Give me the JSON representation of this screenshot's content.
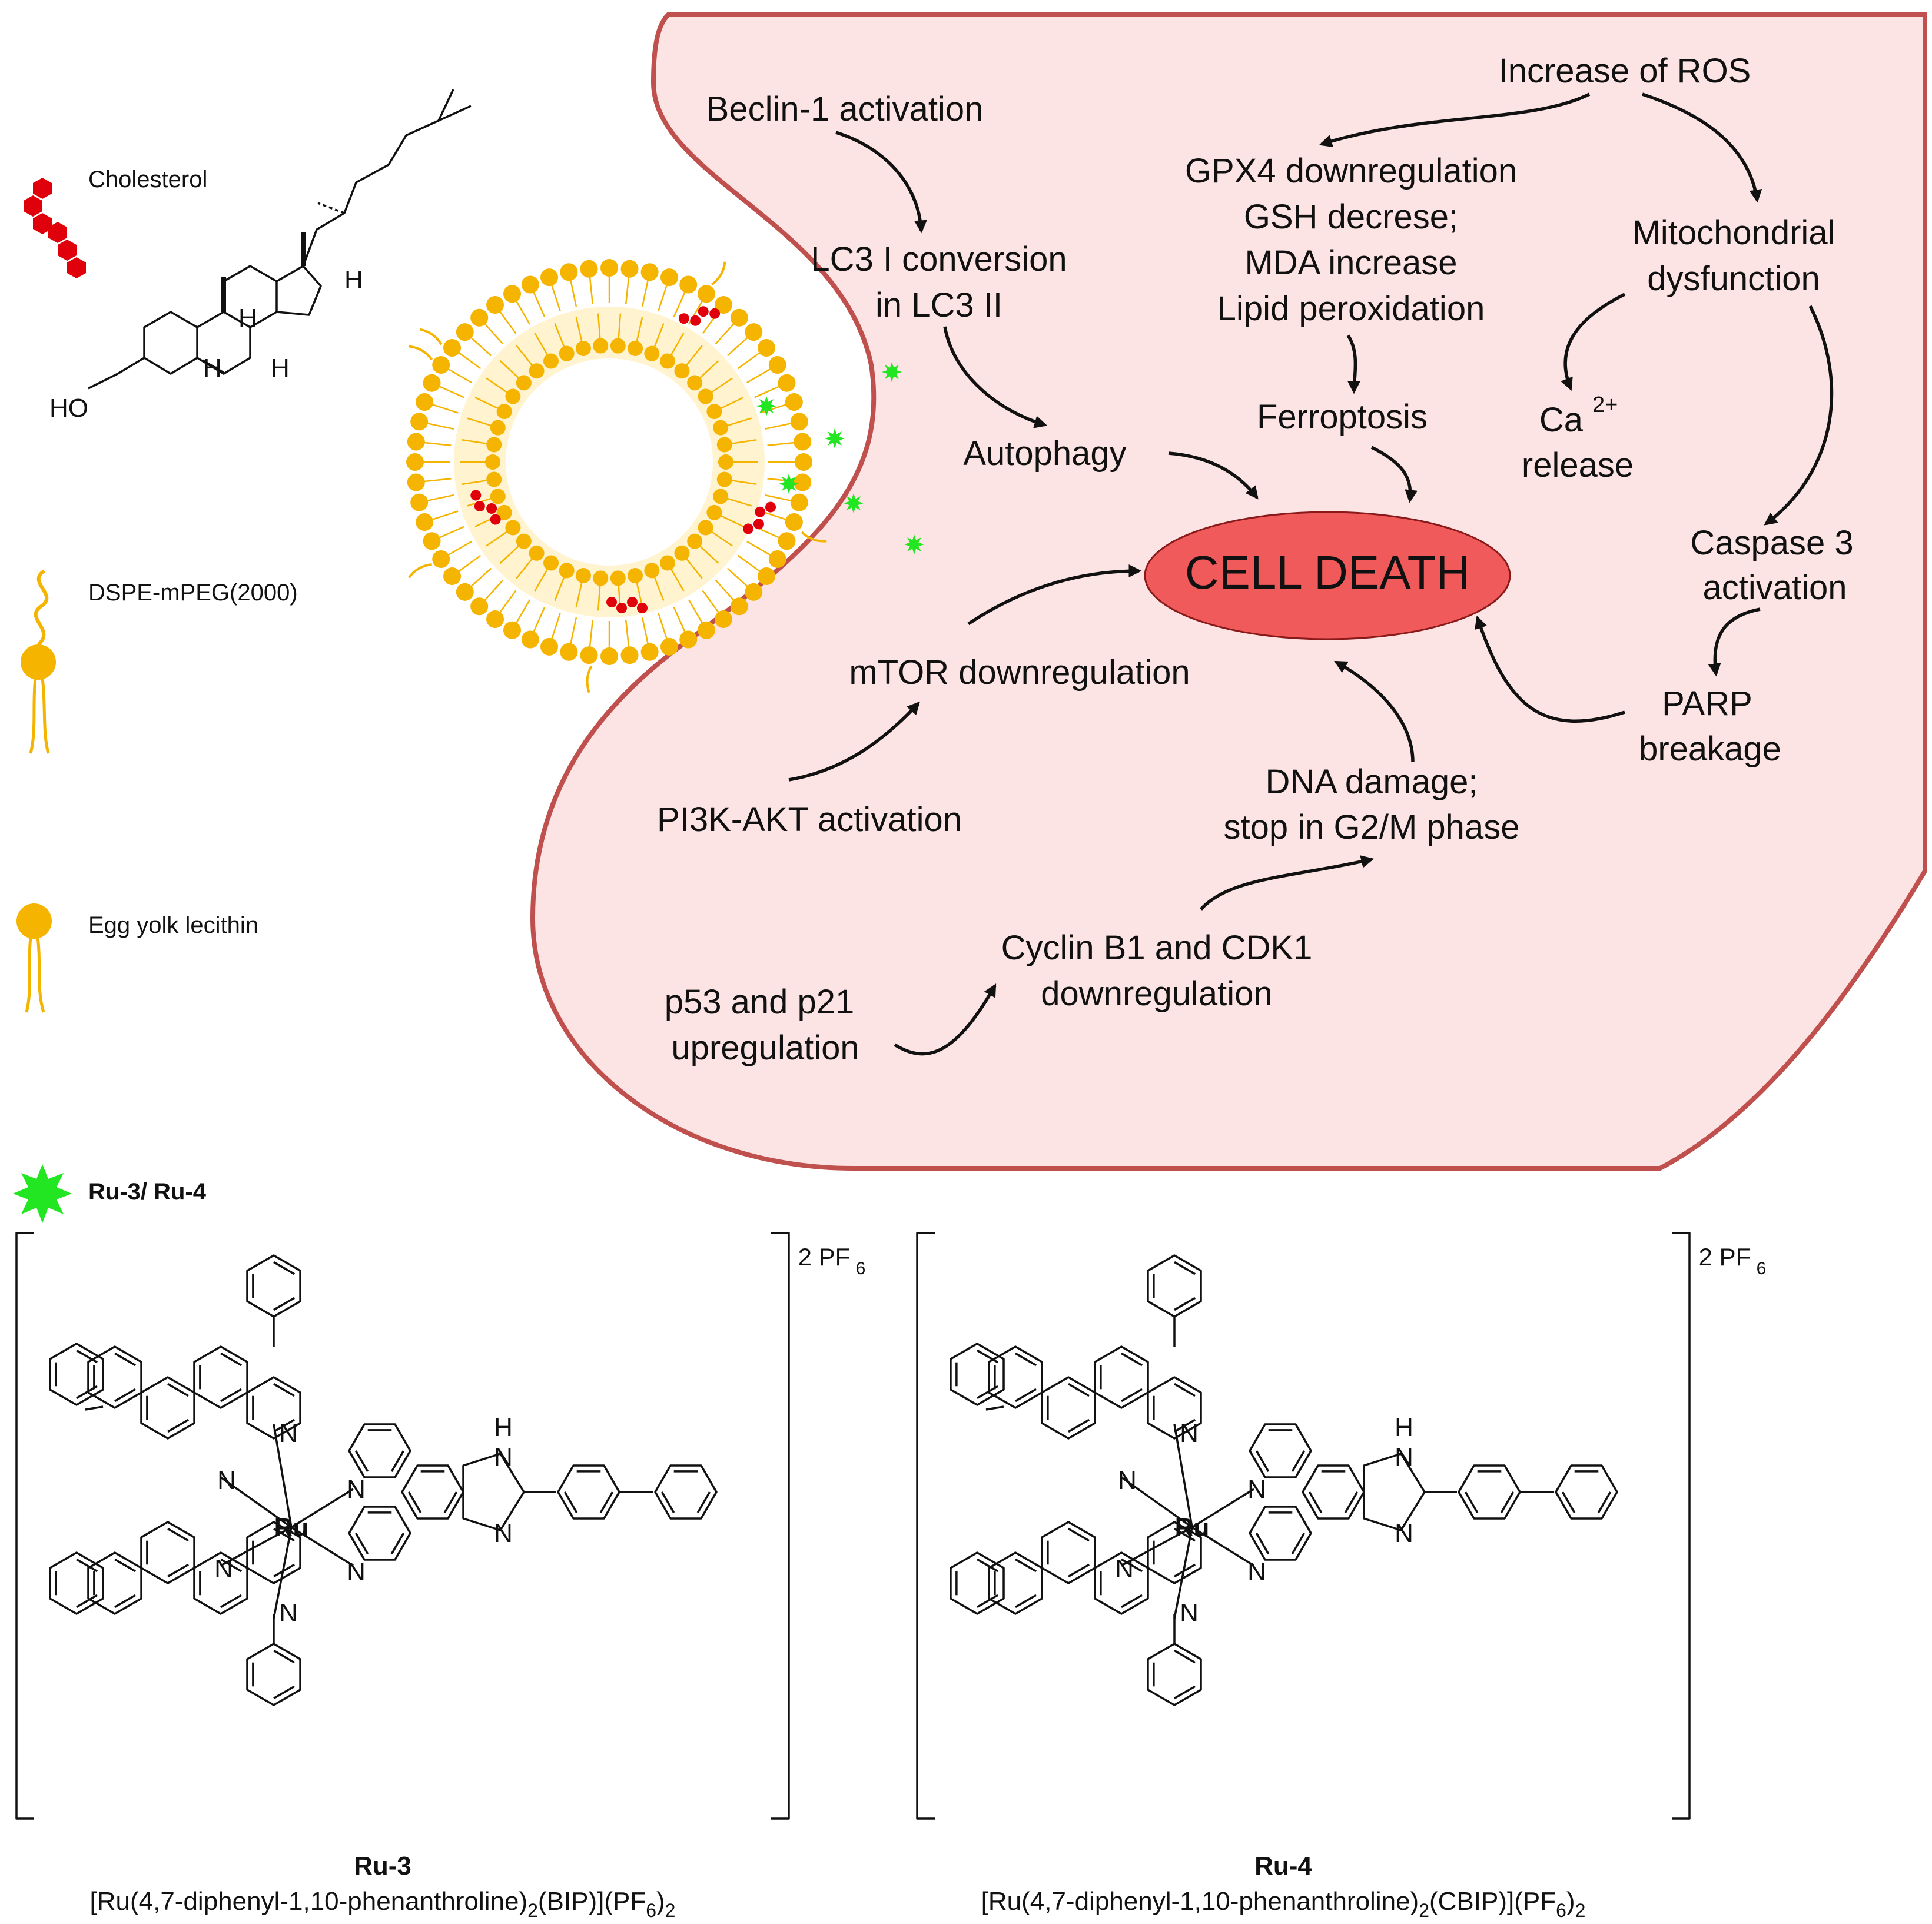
{
  "legend": {
    "cholesterol": "Cholesterol",
    "dspe": "DSPE-mPEG(2000)",
    "lecithin": "Egg yolk lecithin",
    "drug": "Ru-3/ Ru-4",
    "cholesterol_atoms": {
      "ho": "HO",
      "h": "H"
    }
  },
  "colors": {
    "cell_fill": "#fde4e4",
    "cell_border": "#c0504d",
    "lipid": "#f5b400",
    "cholesterol": "#e0000b",
    "drug": "#22e622",
    "death_fill": "#f05a5a",
    "ruthenium": "#1a1aff"
  },
  "pathway": {
    "beclin": "Beclin-1 activation",
    "lc3_1": "LC3 I conversion",
    "lc3_2": "in LC3 II",
    "autophagy": "Autophagy",
    "ros": "Increase of ROS",
    "gpx4": "GPX4 downregulation",
    "gsh": "GSH decrese;",
    "mda": "MDA increase",
    "lipid": "Lipid peroxidation",
    "ferroptosis": "Ferroptosis",
    "mito_1": "Mitochondrial",
    "mito_2": "dysfunction",
    "ca": "Ca",
    "ca_sup": "2+",
    "release": "release",
    "caspase_1": "Caspase 3",
    "caspase_2": "activation",
    "parp_1": "PARP",
    "parp_2": "breakage",
    "cell_death": "CELL DEATH",
    "mtor": "mTOR downregulation",
    "pi3k": "PI3K-AKT activation",
    "dna_1": "DNA damage;",
    "dna_2": "stop in G2/M phase",
    "cyclin_1": "Cyclin B1 and CDK1",
    "cyclin_2": "downregulation",
    "p53_1": "p53 and p21",
    "p53_2": "upregulation"
  },
  "complexes": [
    {
      "counterion": "2 PF",
      "counterion_sub": "6",
      "metal": "Ru",
      "atoms": {
        "n": "N",
        "nh": "H"
      },
      "label": "Ru-3",
      "formula": {
        "a": "[Ru(4,7-diphenyl-1,10-phenanthroline)",
        "b": "2",
        "c": "(BIP)](PF",
        "d": "6",
        "e": ")",
        "f": "2"
      }
    },
    {
      "counterion": "2 PF",
      "counterion_sub": "6",
      "metal": "Ru",
      "atoms": {
        "n": "N",
        "nh": "H"
      },
      "label": "Ru-4",
      "formula": {
        "a": "[Ru(4,7-diphenyl-1,10-phenanthroline)",
        "b": "2",
        "c": "(CBIP)](PF",
        "d": "6",
        "e": ")",
        "f": "2"
      }
    }
  ]
}
